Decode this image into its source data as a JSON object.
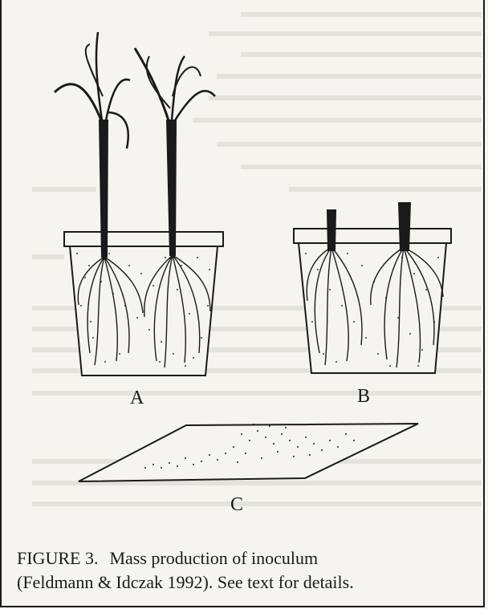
{
  "figure": {
    "labels": {
      "pot_a": "A",
      "pot_b": "B",
      "tray_c": "C"
    },
    "caption": {
      "number": "FIGURE 3.",
      "text_line1": "Mass production of inoculum",
      "text_line2": "(Feldmann & Idczak 1992). See text for details."
    }
  },
  "colors": {
    "ink": "#1a1a1a",
    "paper": "#f6f4ee",
    "bleed_text": "#c9c6bd"
  }
}
